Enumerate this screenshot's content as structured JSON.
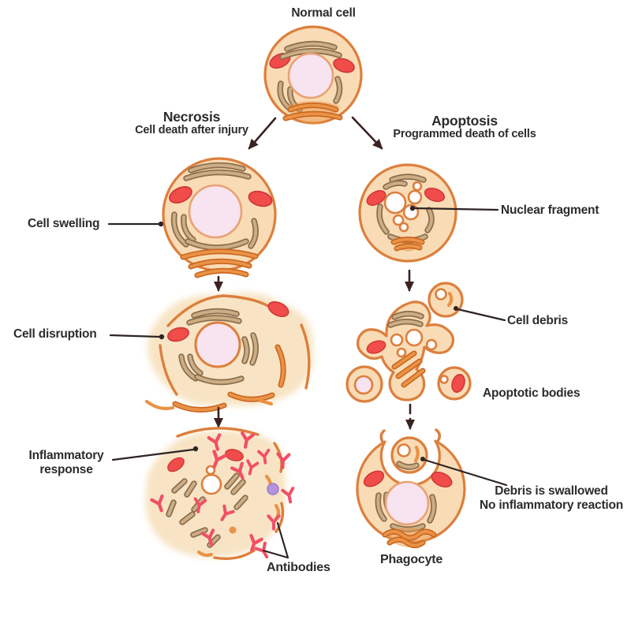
{
  "palette": {
    "background": "#ffffff",
    "cell_fill": "#f9dcb6",
    "cell_outline": "#dc7f3d",
    "blob_fill": "#f8e4c4",
    "nucleus_fill": "#f8e3f0",
    "nucleus_outline": "#e8a273",
    "organelle_red": "#ef4c4a",
    "organelle_red_dark": "#cf3838",
    "er_fill": "#cbae85",
    "er_outline": "#8c6e4d",
    "golgi": "#ea9347",
    "golgi_dark": "#c9661f",
    "antibody": "#f14f66",
    "purple": "#b493dd",
    "arrow": "#3a2220",
    "leader": "#2e2423",
    "text": "#2d2b2b"
  },
  "diagram": {
    "title": "Normal cell",
    "branches": {
      "necrosis": {
        "title": "Necrosis",
        "subtitle": "Cell death after injury",
        "labels": {
          "swelling": "Cell swelling",
          "disruption": "Cell disruption",
          "inflammatory_1": "Inflammatory",
          "inflammatory_2": "response",
          "antibodies": "Antibodies"
        }
      },
      "apoptosis": {
        "title": "Apoptosis",
        "subtitle": "Programmed death of cells",
        "labels": {
          "nuclear_fragment": "Nuclear fragment",
          "cell_debris": "Cell debris",
          "apoptotic_bodies": "Apoptotic bodies",
          "swallowed_1": "Debris is swallowed",
          "swallowed_2": "No inflammatory reaction",
          "phagocyte": "Phagocyte"
        }
      }
    }
  }
}
